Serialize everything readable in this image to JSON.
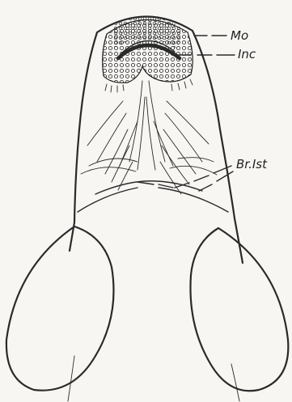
{
  "figure": {
    "labels": {
      "mouth": "Mo",
      "incisors": "Inc",
      "branchiostegal_isthmus": "Br.Ist"
    }
  }
}
